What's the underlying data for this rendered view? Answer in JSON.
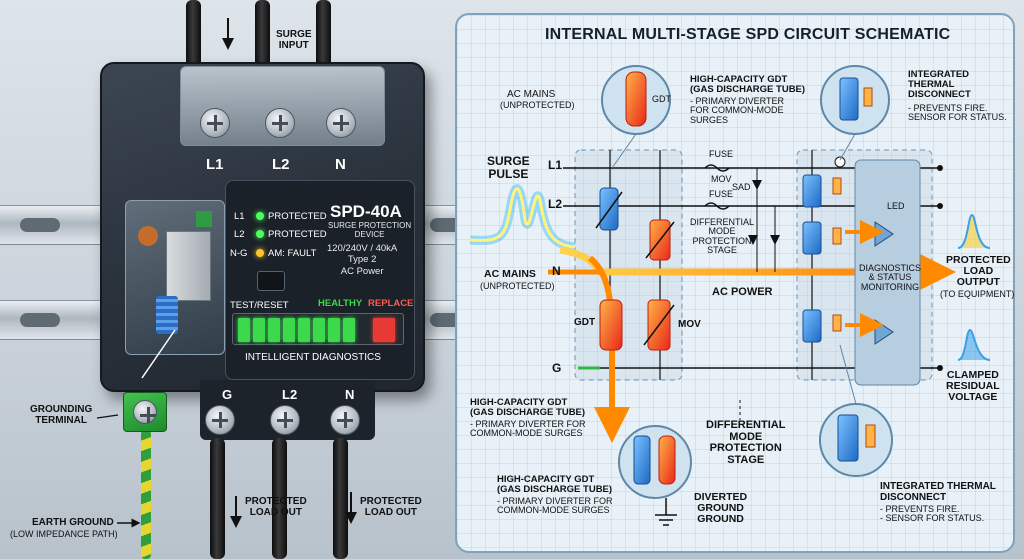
{
  "device": {
    "surge_input_label": "SURGE\nINPUT",
    "terminals_top": [
      "L1",
      "L2",
      "N"
    ],
    "terminals_bottom": [
      "G",
      "L2",
      "N"
    ],
    "model": "SPD-40A",
    "model_desc": "SURGE PROTECTION\nDEVICE",
    "specs": "120/240V / 40kA\nType 2\nAC Power",
    "indicators": [
      {
        "line": "L1",
        "state": "PROTECTED",
        "color": "#4cff5a"
      },
      {
        "line": "L2",
        "state": "PROTECTED",
        "color": "#4cff5a"
      },
      {
        "line": "N-G",
        "state": "AM: FAULT",
        "color": "#ffc629"
      }
    ],
    "test_reset": "TEST/RESET",
    "healthy": "HEALTHY",
    "replace": "REPLACE",
    "diagnostics": "INTELLIGENT DIAGNOSTICS",
    "grounding_terminal": "GROUNDING\nTERMINAL",
    "earth_ground": "EARTH GROUND",
    "earth_ground_sub": "(LOW IMPEDANCE PATH)",
    "protected_load_out_1": "PROTECTED\nLOAD OUT",
    "protected_load_out_2": "PROTECTED\nLOAD OUT"
  },
  "schematic": {
    "title": "INTERNAL MULTI-STAGE SPD CIRCUIT SCHEMATIC",
    "ac_mains_top": "AC MAINS",
    "ac_mains_top_sub": "(UNPROTECTED)",
    "gdt_callout_top": "HIGH-CAPACITY GDT\n(GAS DISCHARGE TUBE)",
    "gdt_callout_top_sub": "- PRIMARY DIVERTER\nFOR COMMON-MODE\nSURGES",
    "gdt_symbol": "GDT",
    "mov_symbol": "MOV",
    "thermal_top": "INTEGRATED\nTHERMAL\nDISCONNECT",
    "thermal_top_sub": "- PREVENTS FIRE.\nSENSOR FOR STATUS.",
    "surge_pulse": "SURGE\nPULSE",
    "line_l1": "L1",
    "line_l2": "L2",
    "line_n": "N",
    "line_g": "G",
    "fuse_1": "FUSE",
    "fuse_mov": "MOV",
    "fuse_2": "FUSE",
    "sad": "SAD",
    "diff_mode_small": "DIFFERENTIAL\nMODE\nPROTECTION\nSTAGE",
    "led": "LED",
    "diagnostics_block": "DIAGNOSTICS\n& STATUS\nMONITORING",
    "ac_mains_mid": "AC MAINS",
    "ac_mains_mid_sub": "(UNPROTECTED)",
    "ac_power": "AC POWER",
    "gdt_left": "GDT",
    "mov_left": "MOV",
    "protected_output": "PROTECTED\nLOAD\nOUTPUT",
    "protected_output_sub": "(TO EQUIPMENT)",
    "clamped": "CLAMPED\nRESIDUAL\nVOLTAGE",
    "gdt_callout_left": "HIGH-CAPACITY GDT\n(GAS DISCHARGE TUBE)",
    "gdt_callout_left_sub": "- PRIMARY DIVERTER FOR\nCOMMON-MODE SURGES",
    "diff_mode_big": "DIFFERENTIAL\nMODE\nPROTECTION\nSTAGE",
    "gdt_callout_bottom": "HIGH-CAPACITY GDT\n(GAS DISCHARGE TUBE)",
    "gdt_callout_bottom_sub": "- PRIMARY DIVERTER FOR\nCOMMON-MODE SURGES",
    "diverted": "DIVERTED\nGROUND\nGROUND",
    "thermal_bottom": "INTEGRATED THERMAL\nDISCONNECT",
    "thermal_bottom_sub": "- PREVENTS FIRE.\n- SENSOR FOR STATUS."
  },
  "colors": {
    "surge": "#ff8a00",
    "line": "#1a1a1a",
    "mov_hot": "#ff3b20",
    "protector_blue": "#2e7fd6",
    "healthy_green": "#3bd94b",
    "ground_green": "#2fb83f",
    "schematic_border": "#7fa2bd"
  },
  "icons": [
    "screw-icon",
    "led-icon",
    "gdt-icon",
    "mov-icon",
    "thermal-icon",
    "ground-icon",
    "surge-pulse-icon",
    "arrow-icon"
  ]
}
